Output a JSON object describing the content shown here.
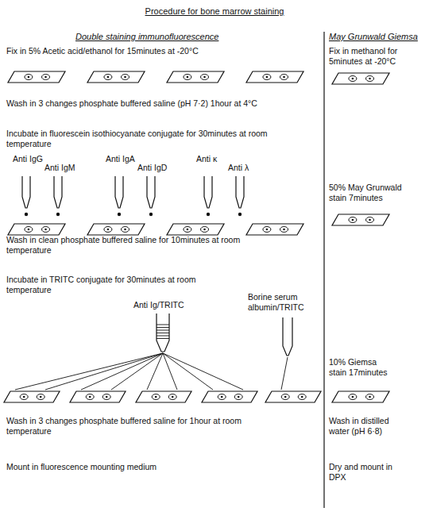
{
  "diagram": {
    "title": "Procedure for bone marrow staining",
    "labels": [
      "Double staining immunofluorescence",
      "May Grunwald Giemsa",
      "Fix in 5% Acetic acid/ethanol for 15minutes at -20°C",
      "Fix in methanol for 5minutes at -20°C",
      "Wash in 3 changes phosphate buffered saline (pH 7·2) 1hour at 4°C",
      "Incubate in fluorescein isothiocyanate conjugate for 30minutes at room temperature",
      "Anti IgG",
      "Anti IgM",
      "Anti IgA",
      "Anti IgD",
      "Anti κ",
      "Anti λ",
      "50% May Grunwald stain 7minutes",
      "Wash in clean phosphate buffered saline for 10minutes at room temperature",
      "Incubate in TRITC conjugate for 30minutes at room temperature",
      "Anti Ig/TRITC",
      "Borine serum albumin/TRITC",
      "10% Giemsa stain 17minutes",
      "Wash in 3 changes phosphate buffered saline for 1hour at room temperature",
      "Wash in distilled water (pH 6·8)",
      "Mount in fluorescence mounting medium",
      "Dry and mount in DPX"
    ]
  }
}
